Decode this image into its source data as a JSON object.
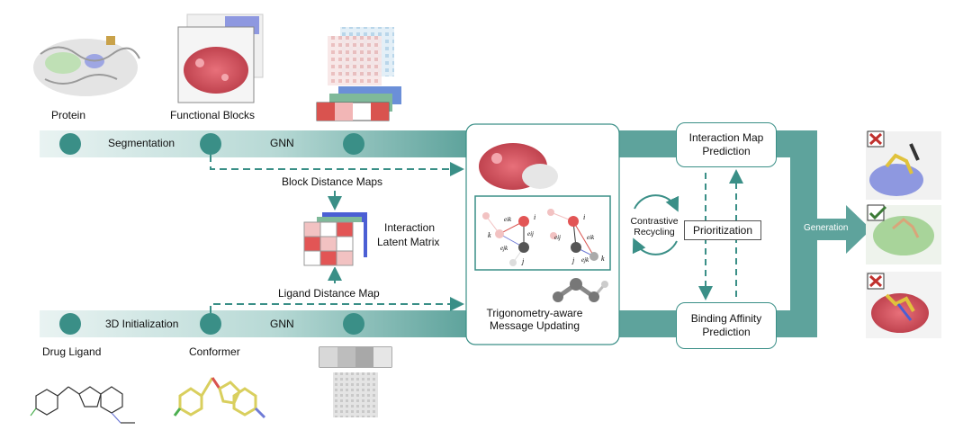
{
  "labels": {
    "protein": "Protein",
    "functional_blocks": "Functional Blocks",
    "segmentation": "Segmentation",
    "gnn_top": "GNN",
    "block_distance_maps": "Block Distance Maps",
    "interaction_latent_matrix_1": "Interaction",
    "interaction_latent_matrix_2": "Latent Matrix",
    "ligand_distance_map": "Ligand Distance Map",
    "initialization_3d": "3D Initialization",
    "gnn_bottom": "GNN",
    "drug_ligand": "Drug Ligand",
    "conformer": "Conformer",
    "trig_line1": "Trigonometry-aware",
    "trig_line2": "Message Updating",
    "contrastive_1": "Contrastive",
    "contrastive_2": "Recycling",
    "prioritization": "Prioritization",
    "interaction_map_1": "Interaction Map",
    "interaction_map_2": "Prediction",
    "binding_affinity_1": "Binding Affinity",
    "binding_affinity_2": "Prediction",
    "generation": "Generation"
  },
  "graph_labels": {
    "i1": "i",
    "j1": "j",
    "k1": "k",
    "eik1": "eik",
    "eij1": "eij",
    "ejk1": "ejk",
    "i2": "i",
    "j2": "j",
    "k2": "k",
    "eik2": "eik",
    "eij2": "eij",
    "ejk2": "ejk"
  },
  "results": [
    {
      "status": "cross"
    },
    {
      "status": "check"
    },
    {
      "status": "cross"
    }
  ],
  "colors": {
    "teal": "#3a8f87",
    "teal_light": "#d8ecea",
    "red": "#d9534f",
    "blue": "#6f7bd6",
    "green": "#6bbf6a"
  }
}
